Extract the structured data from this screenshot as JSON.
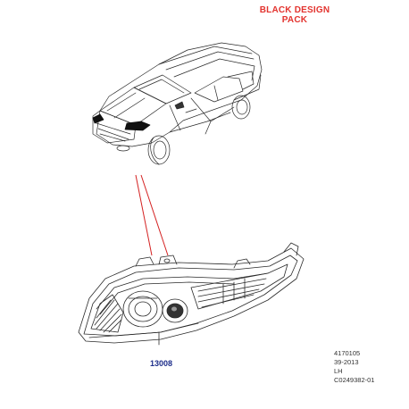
{
  "banner": {
    "line1": "BLACK DESIGN",
    "line2": "PACK"
  },
  "callout": {
    "part_number": "13008"
  },
  "footer": {
    "ref1": "4170105",
    "date": "39-2013",
    "side": "LH",
    "drawing": "C0249382-01"
  },
  "colors": {
    "banner": "#e3342f",
    "leader": "#d42020",
    "part_number": "#1c2d8a",
    "linework": "#2a2a2a"
  }
}
